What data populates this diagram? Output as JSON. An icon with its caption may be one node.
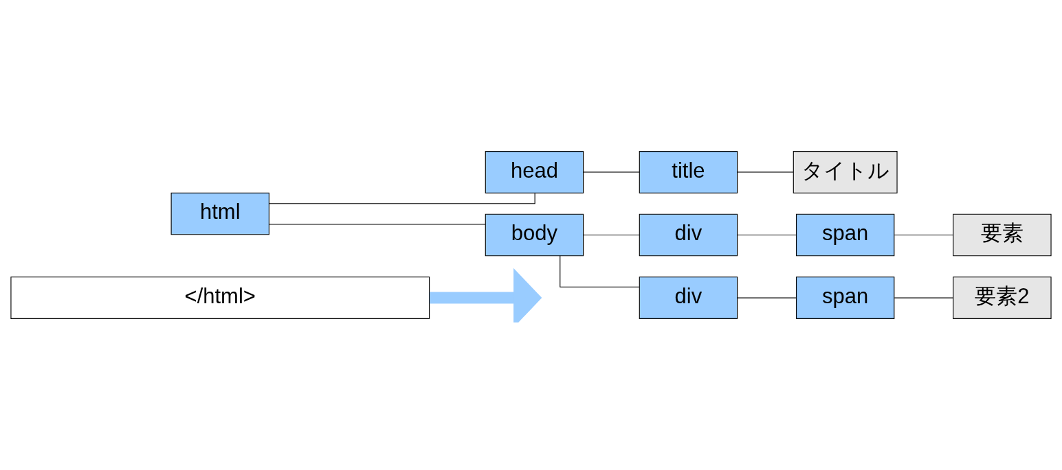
{
  "diagram": {
    "nodes": [
      {
        "text": [
          "</html>"
        ]
      },
      {
        "text": [
          "html"
        ]
      },
      {
        "text": [
          "head"
        ]
      },
      {
        "text": [
          "body"
        ]
      },
      {
        "text": [
          "title"
        ]
      },
      {
        "text": [
          "タイトル"
        ]
      },
      {
        "text": [
          "div"
        ]
      },
      {
        "text": [
          "div"
        ]
      },
      {
        "text": [
          "span"
        ]
      },
      {
        "text": [
          "span"
        ]
      },
      {
        "text": [
          "要素"
        ]
      },
      {
        "text": [
          "要素2"
        ]
      }
    ],
    "edges": [
      {
        "from": 0,
        "to": null,
        "arrow": "to",
        "style": "thick",
        "color": "#99ccff"
      },
      {
        "from": 1,
        "to": 2,
        "arrow": "none"
      },
      {
        "from": 1,
        "to": 3,
        "arrow": "none"
      },
      {
        "from": 2,
        "to": 4,
        "arrow": "none"
      },
      {
        "from": 4,
        "to": 5,
        "arrow": "none"
      },
      {
        "from": 3,
        "to": 6,
        "arrow": "none"
      },
      {
        "from": 3,
        "to": 7,
        "arrow": "none"
      },
      {
        "from": 6,
        "to": 8,
        "arrow": "none"
      },
      {
        "from": 7,
        "to": 9,
        "arrow": "none"
      },
      {
        "from": 8,
        "to": 10,
        "arrow": "none"
      },
      {
        "from": 9,
        "to": 11,
        "arrow": "none"
      }
    ]
  }
}
